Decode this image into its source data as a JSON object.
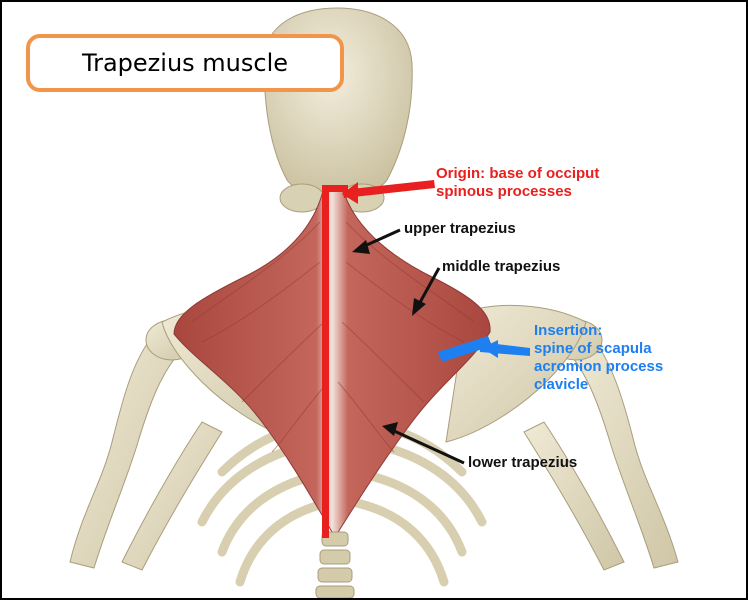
{
  "title": "Trapezius muscle",
  "labels": {
    "origin_line1": "Origin: base  of occiput",
    "origin_line2": "spinous processes",
    "upper": "upper trapezius",
    "middle": "middle trapezius",
    "insertion_line1": "Insertion:",
    "insertion_line2": "spine of scapula",
    "insertion_line3": "acromion process",
    "insertion_line4": "clavicle",
    "lower": "lower trapezius"
  },
  "colors": {
    "title_border": "#f0954a",
    "origin": "#e82020",
    "insertion": "#1e7ff0",
    "muscle": "#b9584e",
    "bone": "#e4dcc0"
  }
}
